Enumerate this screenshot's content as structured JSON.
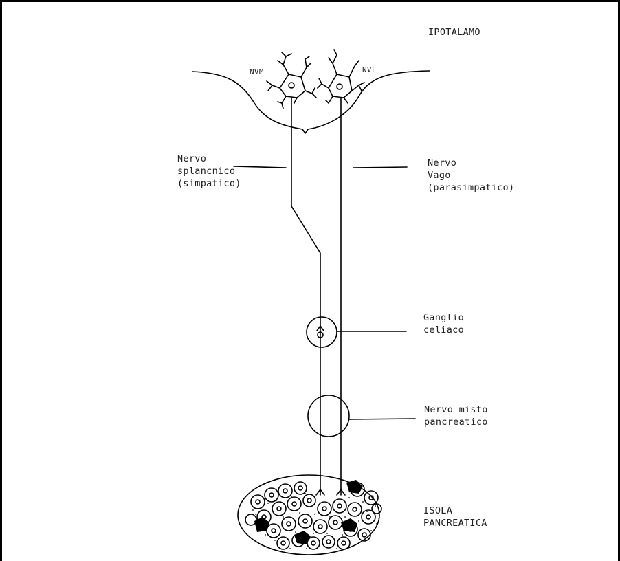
{
  "labels": {
    "ipotalamo": "IPOTALAMO",
    "nvm": "NVM",
    "nvl": "NVL",
    "nervo_splancnico": "Nervo\nsplancnico\n(simpatico)",
    "nervo_vago": "Nervo\nVago\n(parasimpatico)",
    "ganglio_celiaco": "Ganglio\nceliaco",
    "nervo_misto": "Nervo misto\npancreatico",
    "isola_pancreatica": "ISOLA\nPANCREATICA"
  }
}
